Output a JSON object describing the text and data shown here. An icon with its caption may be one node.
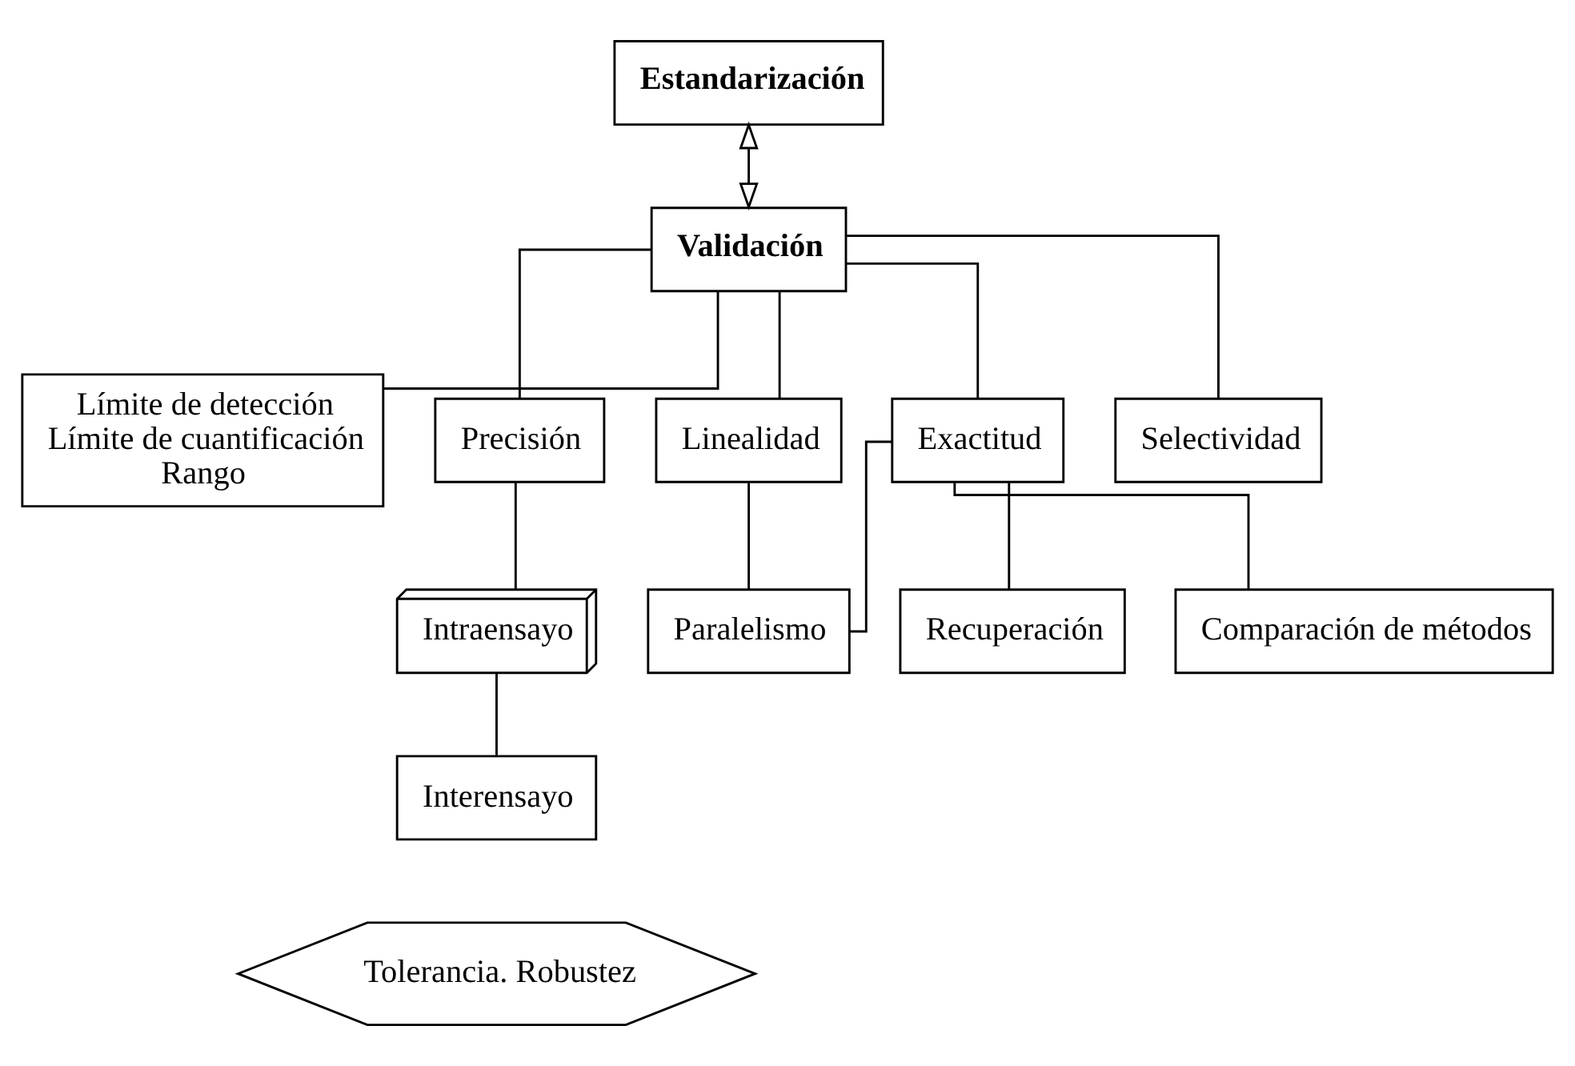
{
  "diagram": {
    "nodes": [
      {
        "text": [
          "Estandarización"
        ]
      },
      {
        "text": [
          "Validación"
        ]
      },
      {
        "text": [
          "Límite de detección",
          "Límite de cuantificación",
          "Rango"
        ]
      },
      {
        "text": [
          "Precisión"
        ]
      },
      {
        "text": [
          "Intraensayo"
        ]
      },
      {
        "text": [
          "Interensayo"
        ]
      },
      {
        "text": [
          "Linealidad"
        ]
      },
      {
        "text": [
          "Paralelismo"
        ]
      },
      {
        "text": [
          "Exactitud"
        ]
      },
      {
        "text": [
          "Recuperación"
        ]
      },
      {
        "text": [
          "Comparación de métodos"
        ]
      },
      {
        "text": [
          "Selectividad"
        ]
      },
      {
        "text": [
          "Tolerancia. Robustez"
        ]
      }
    ],
    "edges": [
      {
        "from": 0,
        "to": 1,
        "arrow": "both"
      },
      {
        "from": 1,
        "to": 2,
        "arrow": "none"
      },
      {
        "from": 1,
        "to": 3,
        "arrow": "none"
      },
      {
        "from": 1,
        "to": 6,
        "arrow": "none"
      },
      {
        "from": 1,
        "to": 8,
        "arrow": "none"
      },
      {
        "from": 1,
        "to": 11,
        "arrow": "none"
      },
      {
        "from": 3,
        "to": 4,
        "arrow": "none"
      },
      {
        "from": 4,
        "to": 5,
        "arrow": "none"
      },
      {
        "from": 6,
        "to": 7,
        "arrow": "none"
      },
      {
        "from": 8,
        "to": 7,
        "arrow": "none"
      },
      {
        "from": 8,
        "to": 9,
        "arrow": "none"
      },
      {
        "from": 8,
        "to": 10,
        "arrow": "none"
      }
    ]
  }
}
